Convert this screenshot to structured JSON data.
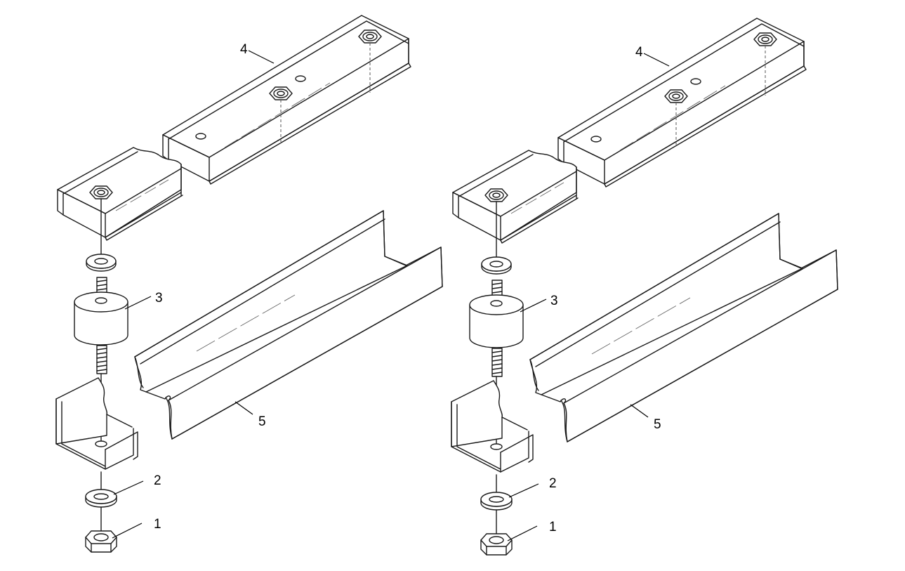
{
  "figure": {
    "views": [
      {
        "name": "left",
        "callouts": {
          "nut": "1",
          "washer": "2",
          "mount": "3",
          "upper_rail": "4",
          "lower_channel": "5"
        }
      },
      {
        "name": "right",
        "callouts": {
          "nut": "1",
          "washer": "2",
          "mount": "3",
          "upper_rail": "4",
          "lower_channel": "5"
        }
      }
    ],
    "colors": {
      "line": "#1a1a1a",
      "background": "#ffffff"
    }
  }
}
